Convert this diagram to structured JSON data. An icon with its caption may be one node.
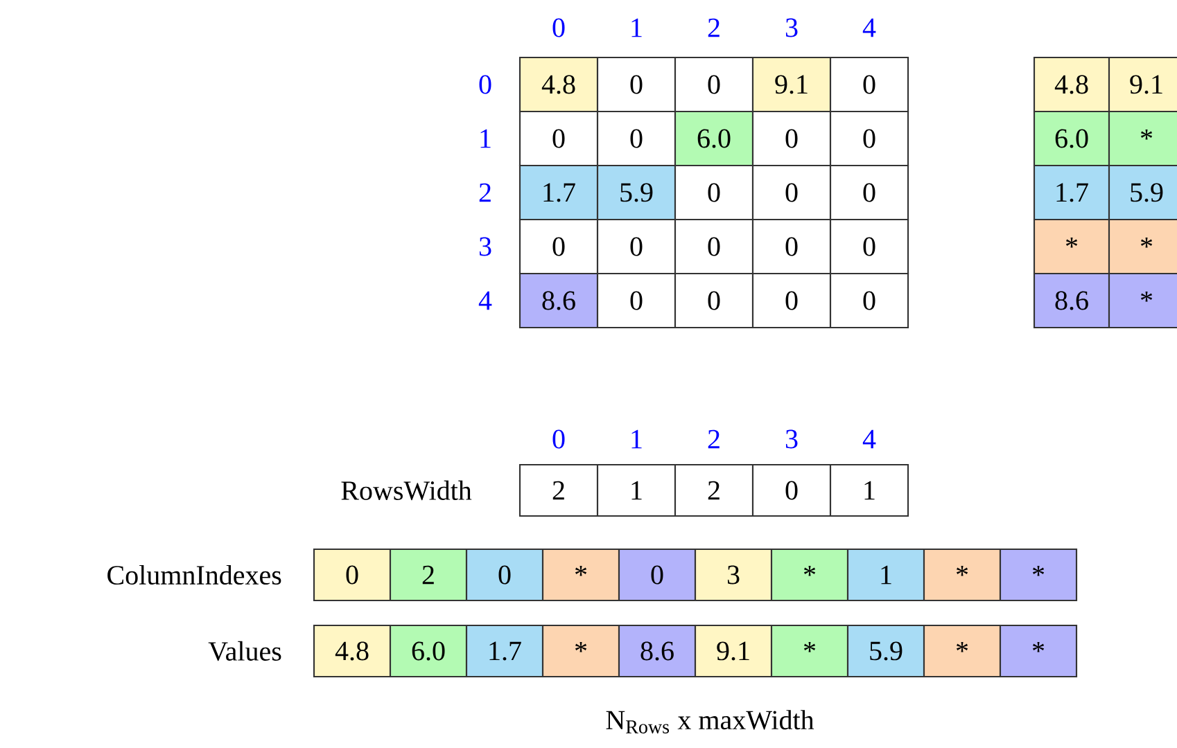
{
  "diagram": {
    "caption": "N$_{Rows}$ x maxWidth",
    "labels": [
      "0",
      "1",
      "2",
      "3",
      "4",
      "0",
      "4.8",
      "0",
      "0",
      "9.1",
      "0",
      "4.8",
      "9.1",
      "1",
      "0",
      "0",
      "6.0",
      "0",
      "0",
      "6.0",
      "*",
      "2",
      "1.7",
      "5.9",
      "0",
      "0",
      "0",
      "1.7",
      "5.9",
      "3",
      "0",
      "0",
      "0",
      "0",
      "0",
      "*",
      "*",
      "4",
      "8.6",
      "0",
      "0",
      "0",
      "0",
      "8.6",
      "*",
      "0",
      "1",
      "2",
      "3",
      "4",
      "RowsWidth",
      "2",
      "1",
      "2",
      "0",
      "1",
      "ColumnIndexes",
      "0",
      "2",
      "0",
      "*",
      "0",
      "3",
      "*",
      "1",
      "*",
      "*",
      "Values",
      "4.8",
      "6.0",
      "1.7",
      "*",
      "8.6",
      "9.1",
      "*",
      "5.9",
      "*",
      "*"
    ]
  }
}
